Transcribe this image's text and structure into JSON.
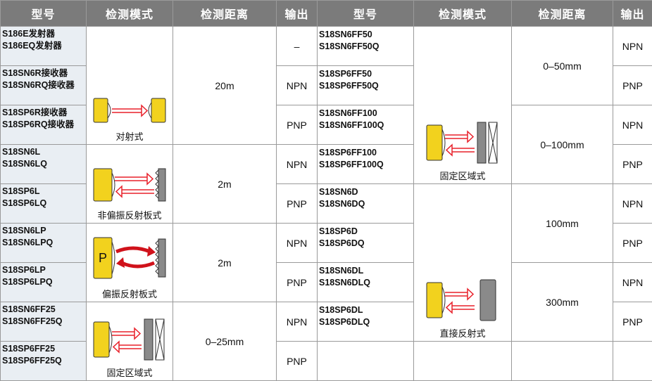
{
  "headers": [
    "型号",
    "检测模式",
    "检测距离",
    "输出",
    "型号",
    "检测模式",
    "检测距离",
    "输出"
  ],
  "left": {
    "groups": [
      {
        "mode": "对射式",
        "distance": "20m",
        "rows": [
          {
            "models": [
              "S186E发射器",
              "S186EQ发射器"
            ],
            "output": "–"
          },
          {
            "models": [
              "S18SN6R接收器",
              "S18SN6RQ接收器"
            ],
            "output": "NPN"
          },
          {
            "models": [
              "S18SP6R接收器",
              "S18SP6RQ接收器"
            ],
            "output": "PNP"
          }
        ]
      },
      {
        "mode": "非偏振反射板式",
        "distance": "2m",
        "rows": [
          {
            "models": [
              "S18SN6L",
              "S18SN6LQ"
            ],
            "output": "NPN"
          },
          {
            "models": [
              "S18SP6L",
              "S18SP6LQ"
            ],
            "output": "PNP"
          }
        ]
      },
      {
        "mode": "偏振反射板式",
        "symbol": "P",
        "distance": "2m",
        "rows": [
          {
            "models": [
              "S18SN6LP",
              "S18SN6LPQ"
            ],
            "output": "NPN"
          },
          {
            "models": [
              "S18SP6LP",
              "S18SP6LPQ"
            ],
            "output": "PNP"
          }
        ]
      },
      {
        "mode": "固定区域式",
        "distance": "0–25mm",
        "rows": [
          {
            "models": [
              "S18SN6FF25",
              "S18SN6FF25Q"
            ],
            "output": "NPN"
          },
          {
            "models": [
              "S18SP6FF25",
              "S18SP6FF25Q"
            ],
            "output": "PNP"
          }
        ]
      }
    ]
  },
  "right": {
    "groups": [
      {
        "mode": "固定区域式",
        "rows": [
          {
            "models": [
              "S18SN6FF50",
              "S18SN6FF50Q"
            ],
            "output": "NPN",
            "distance": "0–50mm"
          },
          {
            "models": [
              "S18SP6FF50",
              "S18SP6FF50Q"
            ],
            "output": "PNP"
          },
          {
            "models": [
              "S18SN6FF100",
              "S18SN6FF100Q"
            ],
            "output": "NPN",
            "distance": "0–100mm"
          },
          {
            "models": [
              "S18SP6FF100",
              "S18SP6FF100Q"
            ],
            "output": "PNP"
          }
        ]
      },
      {
        "mode": "直接反射式",
        "rows": [
          {
            "models": [
              "S18SN6D",
              "S18SN6DQ"
            ],
            "output": "NPN",
            "distance": "100mm"
          },
          {
            "models": [
              "S18SP6D",
              "S18SP6DQ"
            ],
            "output": "PNP"
          },
          {
            "models": [
              "S18SN6DL",
              "S18SN6DLQ"
            ],
            "output": "NPN",
            "distance": "300mm"
          },
          {
            "models": [
              "S18SP6DL",
              "S18SP6DLQ"
            ],
            "output": "PNP"
          }
        ]
      }
    ]
  },
  "colors": {
    "sensor": "#f2d21e",
    "arrow": "#e8202a",
    "reflector": "#8a8a8a",
    "header": "#7b7b7b"
  }
}
